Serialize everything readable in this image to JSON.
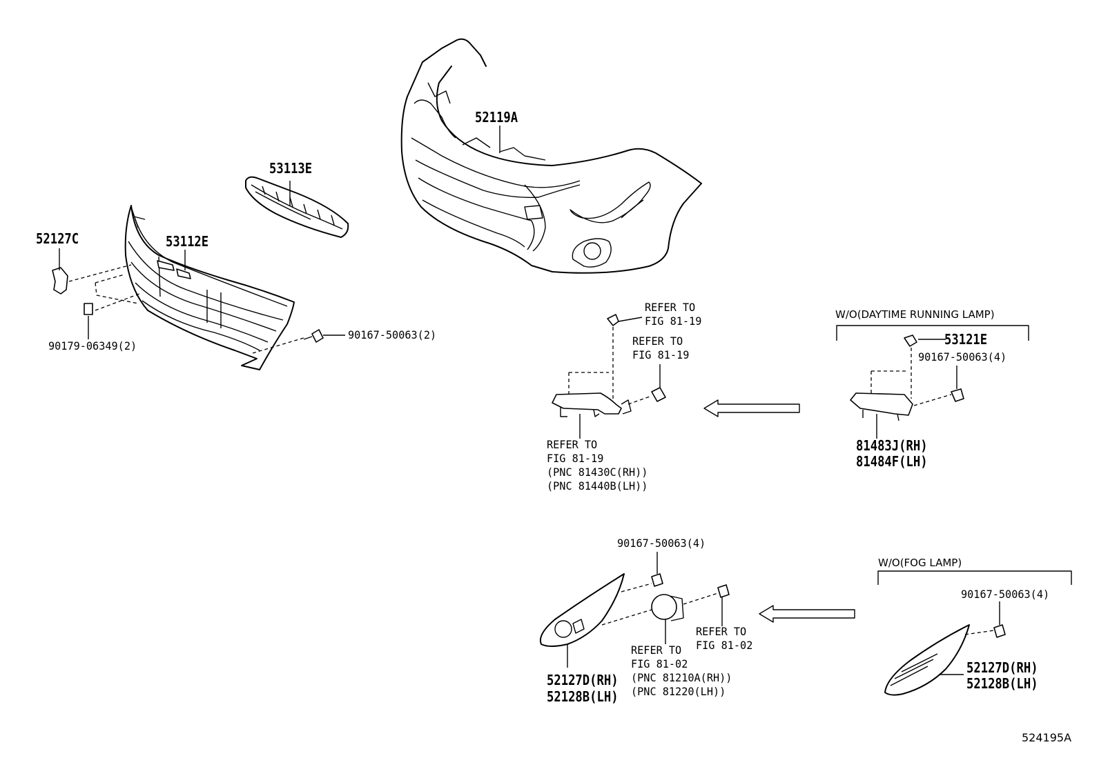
{
  "diagram_id": "524195A",
  "parts": {
    "p52119A": "52119A",
    "p53113E": "53113E",
    "p52127C": "52127C",
    "p53112E": "53112E",
    "p90179": "90179-06349(2)",
    "p90167_grille": "90167-50063(2)",
    "p53121E": "53121E",
    "p90167_drl": "90167-50063(4)",
    "p81483J": "81483J(RH)",
    "p81484F": "81484F(LH)",
    "p90167_fog": "90167-50063(4)",
    "p52127D_main": "52127D(RH)",
    "p52128B_main": "52128B(LH)",
    "p90167_wofog": "90167-50063(4)",
    "p52127D_wofog": "52127D(RH)",
    "p52128B_wofog": "52128B(LH)"
  },
  "refs": {
    "drl_top_1": "REFER TO",
    "drl_top_2": "FIG 81-19",
    "drl_bolt_1": "REFER TO",
    "drl_bolt_2": "FIG 81-19",
    "drl_lamp_1": "REFER TO",
    "drl_lamp_2": "FIG 81-19",
    "drl_lamp_3": "(PNC 81430C(RH))",
    "drl_lamp_4": "(PNC 81440B(LH))",
    "fog_bolt_1": "REFER TO",
    "fog_bolt_2": "FIG 81-02",
    "fog_lamp_1": "REFER TO",
    "fog_lamp_2": "FIG 81-02",
    "fog_lamp_3": "(PNC 81210A(RH))",
    "fog_lamp_4": "(PNC 81220(LH))"
  },
  "sections": {
    "wo_drl": "W/O(DAYTIME RUNNING LAMP)",
    "wo_fog": "W/O(FOG LAMP)"
  }
}
